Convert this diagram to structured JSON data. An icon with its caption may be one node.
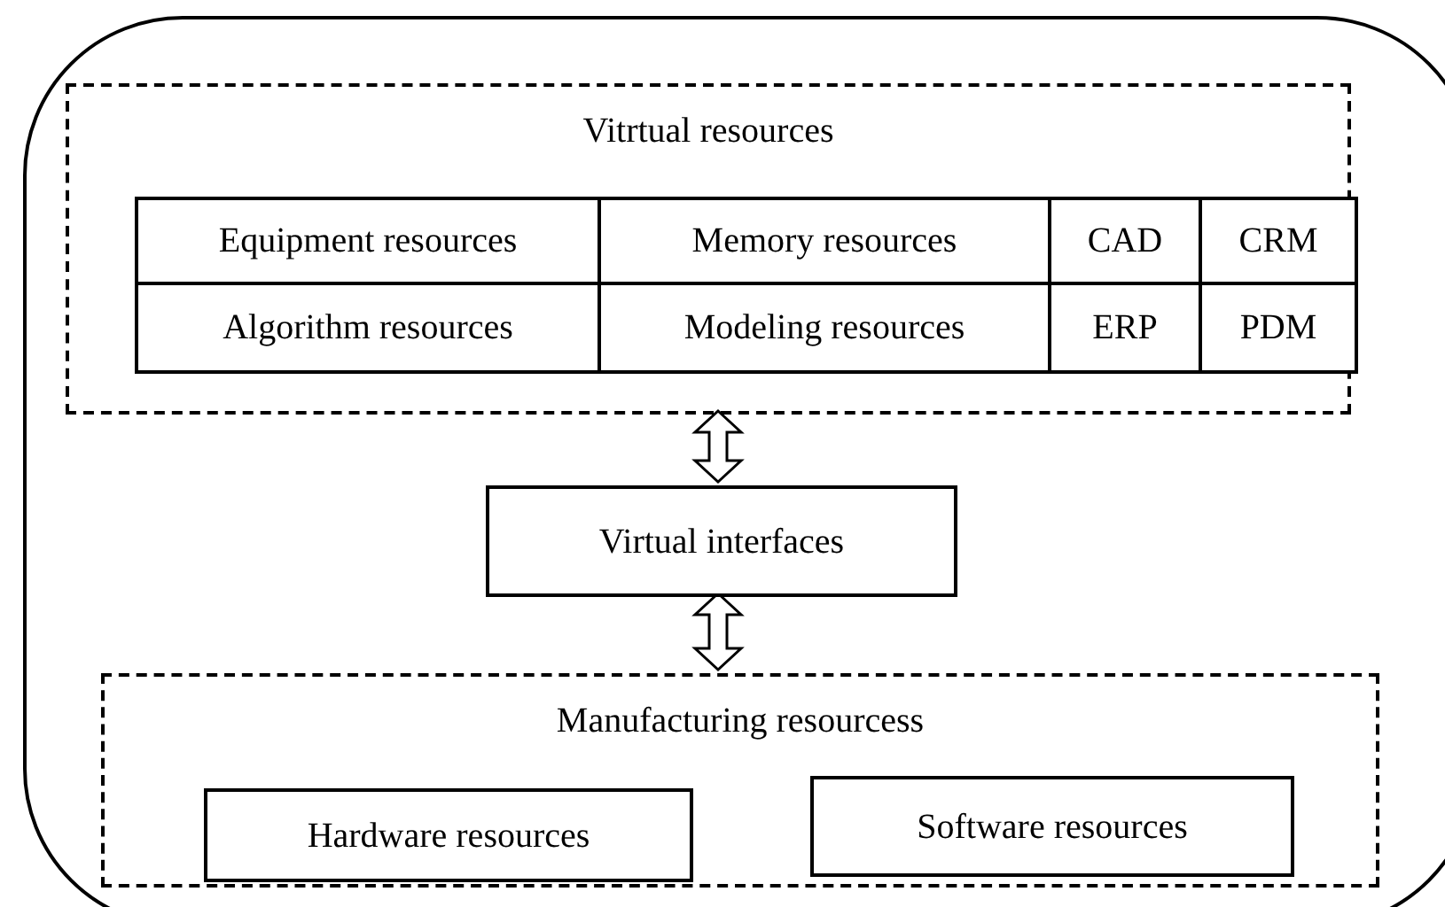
{
  "diagram": {
    "nodes": [
      {
        "text": [],
        "shape": "box"
      },
      {
        "text": [
          "Vitrtual resources"
        ],
        "in": 0
      },
      {
        "text": [
          "Equipment resources"
        ],
        "in": 1
      },
      {
        "text": [
          "Memory resources"
        ],
        "in": 1
      },
      {
        "text": [
          "CAD"
        ],
        "in": 1
      },
      {
        "text": [
          "CRM"
        ],
        "in": 1
      },
      {
        "text": [
          "Algorithm resources"
        ],
        "in": 1
      },
      {
        "text": [
          "Modeling resources"
        ],
        "in": 1
      },
      {
        "text": [
          "ERP"
        ],
        "in": 1
      },
      {
        "text": [
          "PDM"
        ],
        "in": 1
      },
      {
        "text": [
          "Virtual interfaces"
        ],
        "in": 0
      },
      {
        "text": [
          "Manufacturing resourcess"
        ],
        "in": 0
      },
      {
        "text": [
          "Hardware resources"
        ],
        "in": 11
      },
      {
        "text": [
          "Software resources"
        ],
        "in": 11
      }
    ],
    "edges": [
      {
        "from": 1,
        "to": 10,
        "arrow": "both"
      },
      {
        "from": 10,
        "to": 11,
        "arrow": "both"
      }
    ]
  }
}
